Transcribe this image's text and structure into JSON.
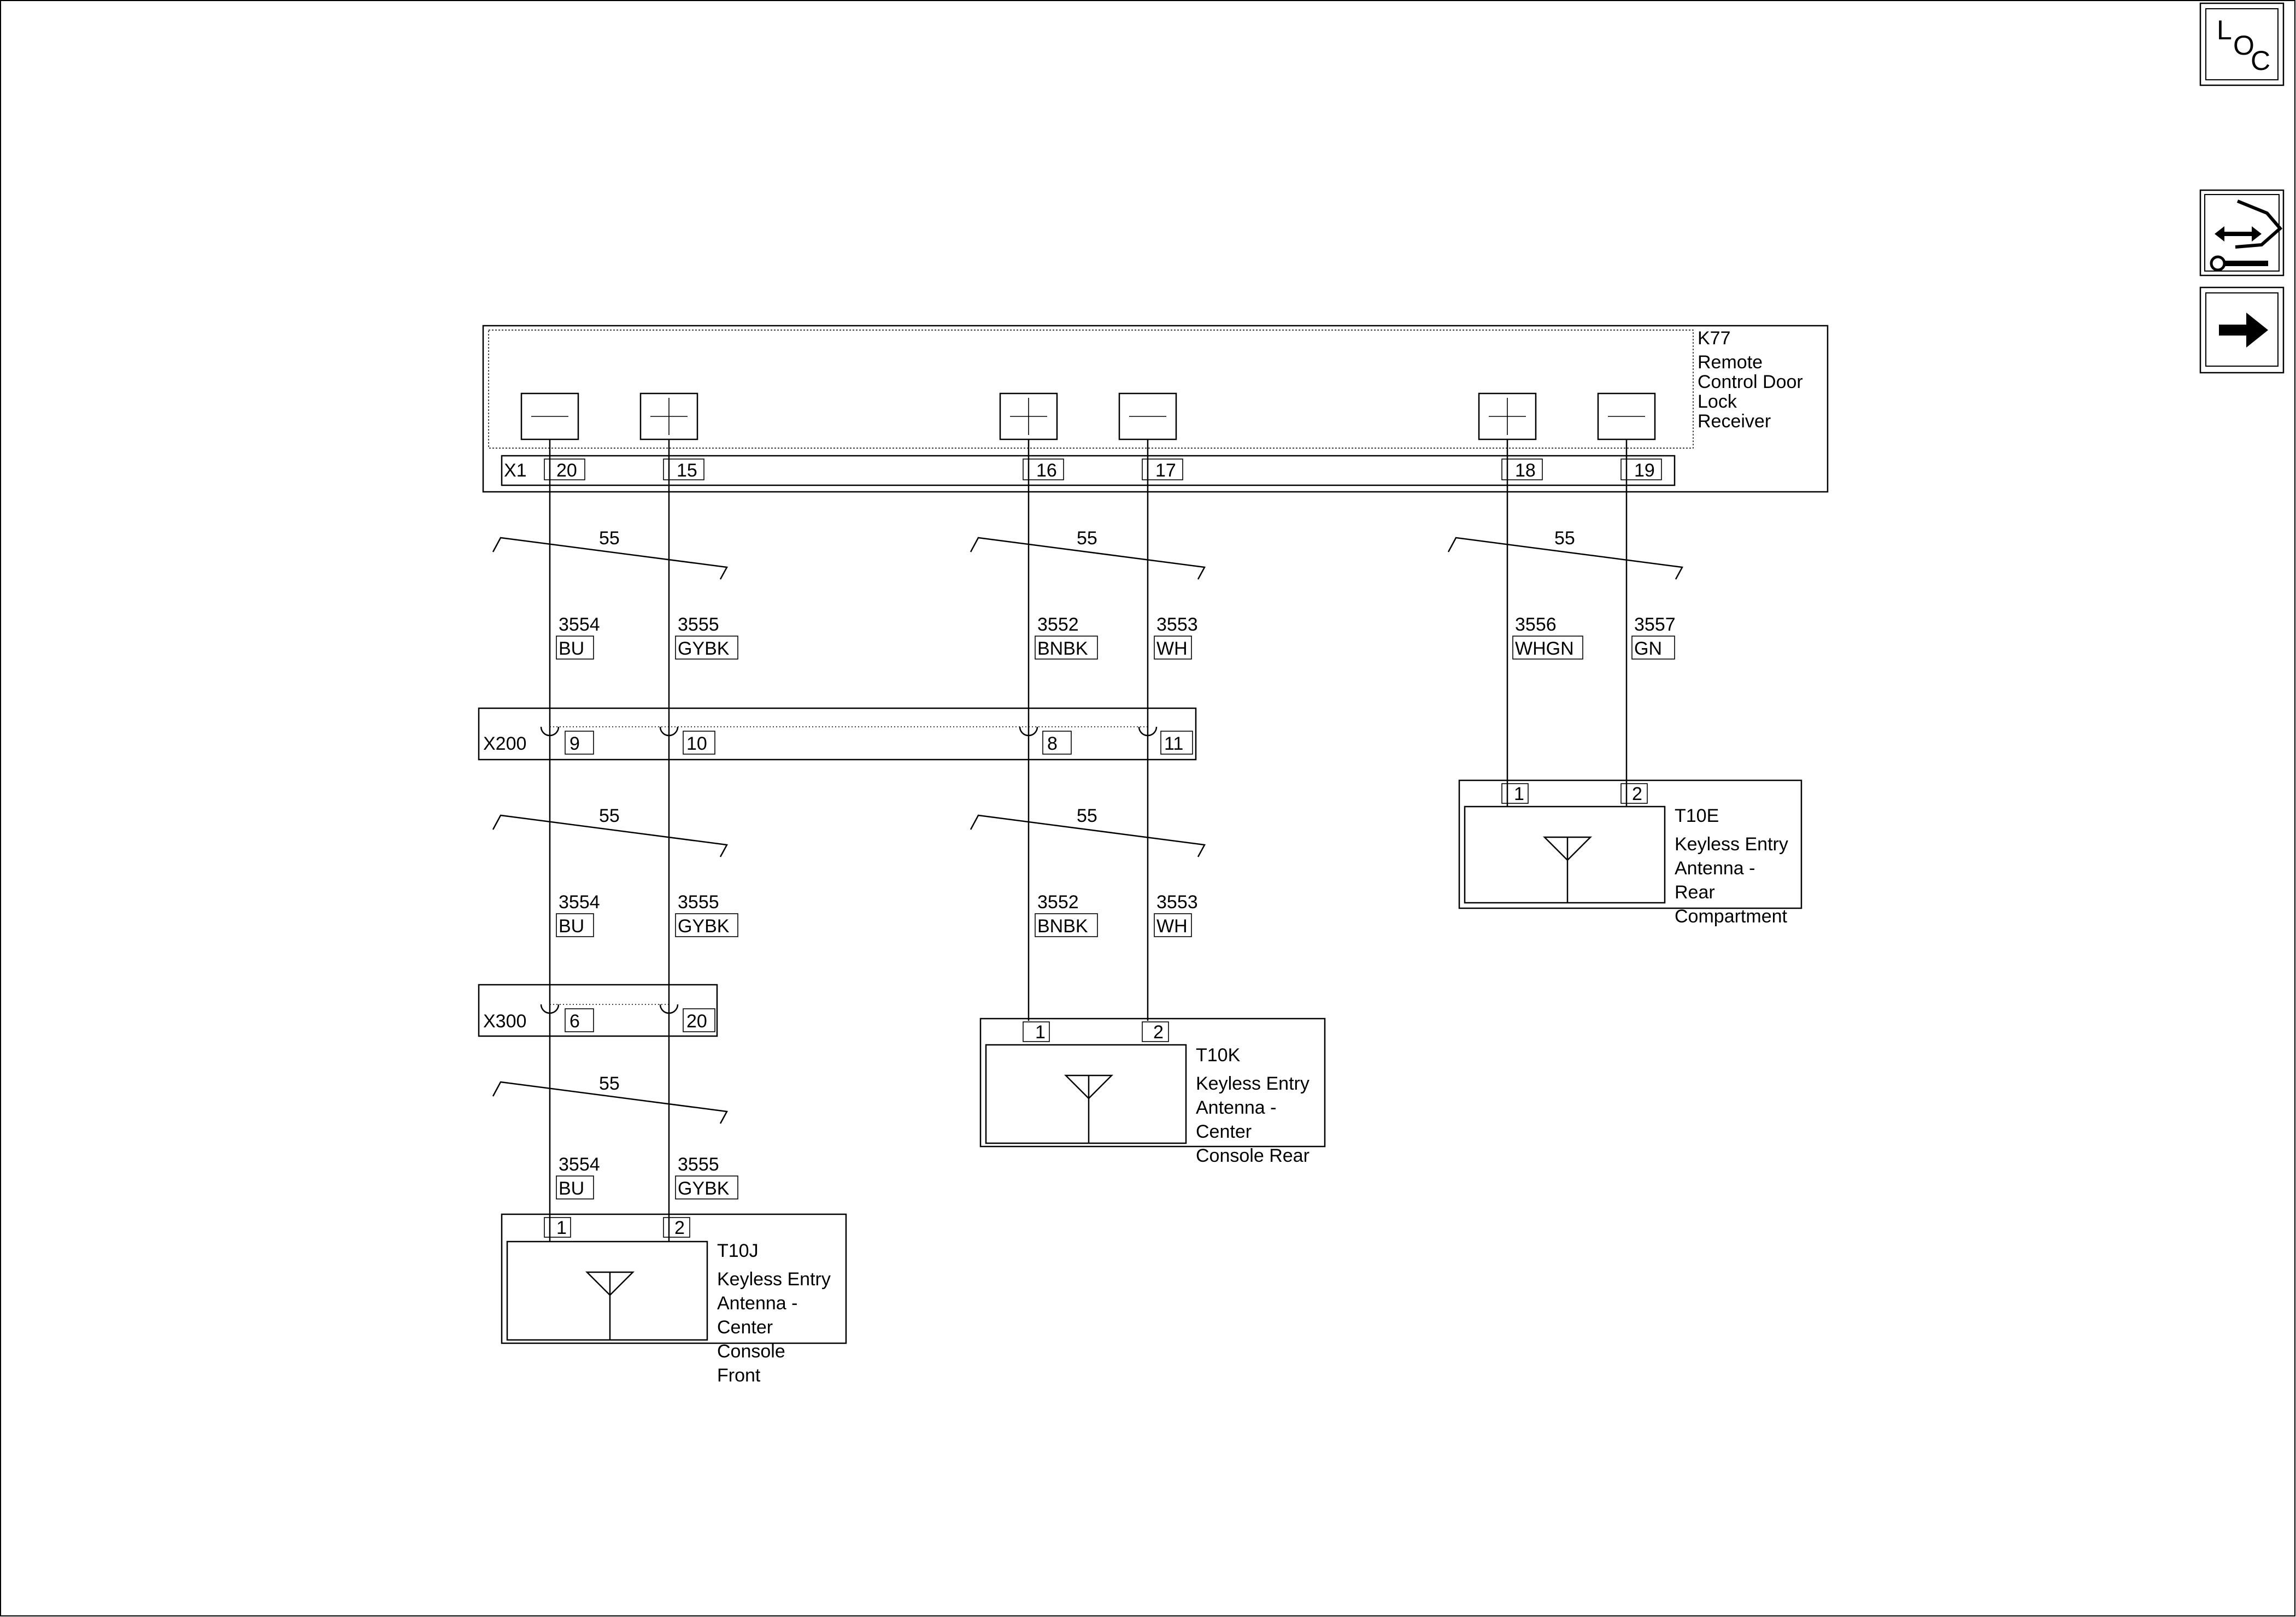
{
  "k77": {
    "id": "K77",
    "name_lines": [
      "Remote",
      "Control Door",
      "Lock",
      "Receiver"
    ],
    "connector": "X1",
    "pins": [
      "20",
      "15",
      "16",
      "17",
      "18",
      "19"
    ]
  },
  "shields": [
    "55",
    "55",
    "55",
    "55",
    "55",
    "55"
  ],
  "circuits": [
    {
      "num": "3554",
      "color": "BU"
    },
    {
      "num": "3555",
      "color": "GYBK"
    },
    {
      "num": "3552",
      "color": "BNBK"
    },
    {
      "num": "3553",
      "color": "WH"
    },
    {
      "num": "3556",
      "color": "WHGN"
    },
    {
      "num": "3557",
      "color": "GN"
    }
  ],
  "x200": {
    "id": "X200",
    "pins": [
      "9",
      "10",
      "8",
      "11"
    ]
  },
  "x300": {
    "id": "X300",
    "pins": [
      "6",
      "20"
    ]
  },
  "t10e": {
    "id": "T10E",
    "name_lines": [
      "Keyless Entry",
      "Antenna -",
      "Rear",
      "Compartment"
    ],
    "pins": [
      "1",
      "2"
    ]
  },
  "t10k": {
    "id": "T10K",
    "name_lines": [
      "Keyless Entry",
      "Antenna -",
      "Center",
      "Console Rear"
    ],
    "pins": [
      "1",
      "2"
    ]
  },
  "t10j": {
    "id": "T10J",
    "name_lines": [
      "Keyless Entry",
      "Antenna -",
      "Center",
      "Console",
      "Front"
    ],
    "pins": [
      "1",
      "2"
    ]
  },
  "icons": {
    "loc_text": [
      "L",
      "O",
      "C"
    ],
    "nav": [
      "loc-icon",
      "connector-repair-icon",
      "next-page-arrow-icon"
    ]
  }
}
